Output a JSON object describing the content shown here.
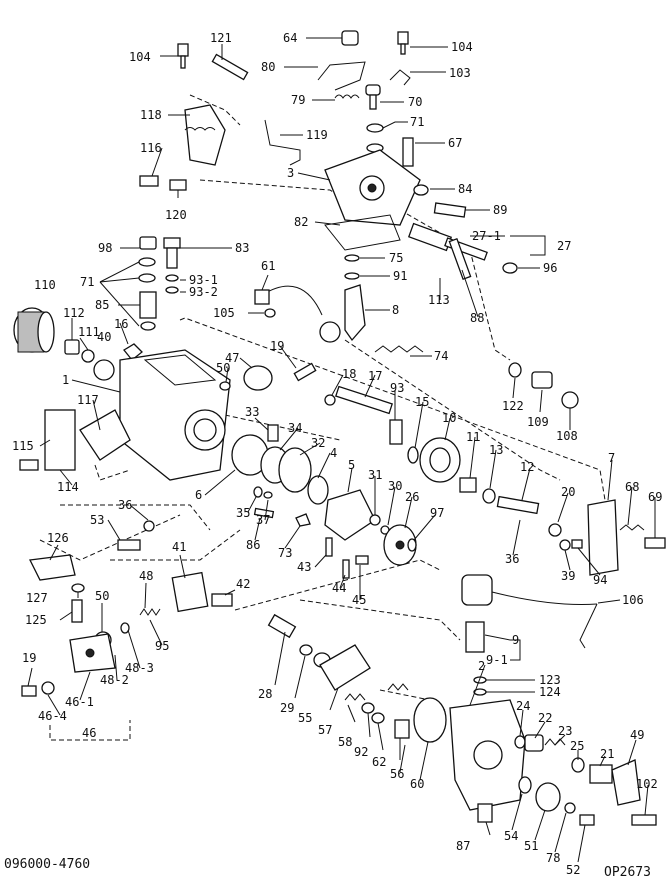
{
  "footer": {
    "left_code": "096000-4760",
    "right_code": "OP2673"
  },
  "callouts": [
    "104",
    "121",
    "64",
    "104",
    "80",
    "103",
    "79",
    "70",
    "118",
    "119",
    "71",
    "67",
    "116",
    "3",
    "84",
    "120",
    "89",
    "82",
    "27-1",
    "27",
    "98",
    "83",
    "75",
    "91",
    "96",
    "71",
    "93-1",
    "93-2",
    "61",
    "110",
    "85",
    "113",
    "8",
    "105",
    "112",
    "111",
    "40",
    "16",
    "88",
    "47",
    "19",
    "74",
    "1",
    "50",
    "18",
    "17",
    "93",
    "122",
    "109",
    "108",
    "117",
    "33",
    "34",
    "32",
    "15",
    "10",
    "4",
    "11",
    "13",
    "115",
    "6",
    "7",
    "5",
    "12",
    "31",
    "30",
    "26",
    "20",
    "68",
    "69",
    "114",
    "35",
    "37",
    "97",
    "36",
    "53",
    "86",
    "73",
    "36",
    "39",
    "94",
    "126",
    "41",
    "43",
    "44",
    "48",
    "45",
    "127",
    "50",
    "42",
    "106",
    "125",
    "9",
    "9-1",
    "19",
    "48-3",
    "48-2",
    "95",
    "2",
    "123",
    "124",
    "28",
    "46-1",
    "46-4",
    "46",
    "29",
    "55",
    "24",
    "22",
    "23",
    "25",
    "21",
    "49",
    "57",
    "58",
    "92",
    "62",
    "56",
    "60",
    "102",
    "87",
    "54",
    "51",
    "78",
    "52"
  ]
}
